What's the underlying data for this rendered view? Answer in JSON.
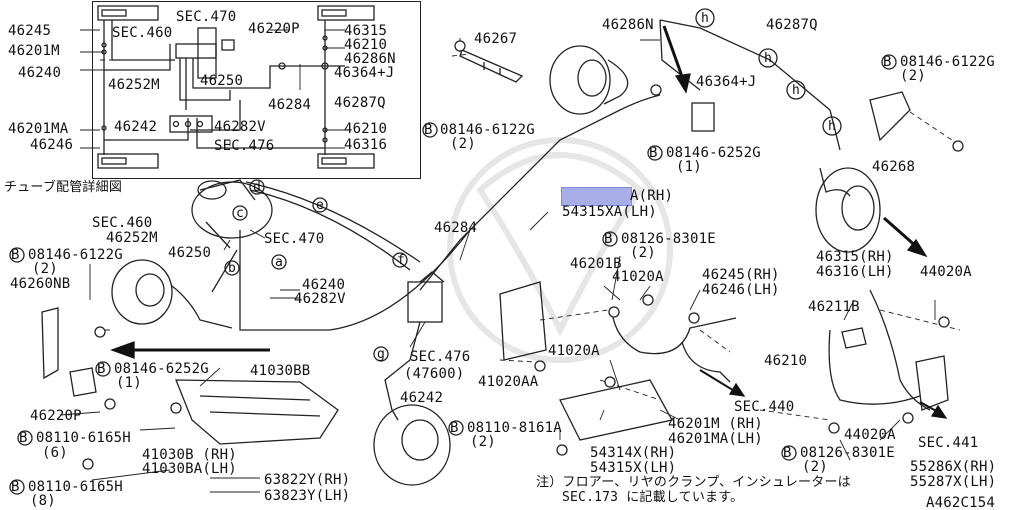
{
  "labels": {
    "sec470_inset": "SEC.470",
    "l46245": "46245",
    "sec460_inset": "SEC.460",
    "l46201m": "46201M",
    "l46240_inset": "46240",
    "l46252m_inset": "46252M",
    "l46250_inset": "46250",
    "l46220p_inset": "46220P",
    "l46315_inset": "46315",
    "l46210_inset": "46210",
    "l46286n_inset": "46286N",
    "l46364j_inset": "46364+J",
    "l46284_inset": "46284",
    "l46287q_inset": "46287Q",
    "l46201ma": "46201MA",
    "l46242_inset": "46242",
    "l46282v_inset": "46282V",
    "l46246": "46246",
    "l46210b_inset": "46210",
    "l46316_inset": "46316",
    "sec476_inset": "SEC.476",
    "caption_jp": "チューブ配管詳細図",
    "l46267": "46267",
    "b_08146_6122g_a": "08146-6122G",
    "q2_a": "(2)",
    "l46286n": "46286N",
    "l46287q": "46287Q",
    "l46364j": "46364+J",
    "b_08146_6252g_a": "08146-6252G",
    "q1_a": "(1)",
    "b_08146_6122g_b": "08146-6122G",
    "q2_b": "(2)",
    "l46268": "46268",
    "rh_a": "A(RH)",
    "lh_a": "54315XA(LH)",
    "l46284": "46284",
    "sec470": "SEC.470",
    "sec460": "SEC.460",
    "l46252m": "46252M",
    "l46250": "46250",
    "l46240": "46240",
    "l46282v": "46282V",
    "b_08146_6122g_c": "08146-6122G",
    "q2_c": "(2)",
    "l46260nb": "46260NB",
    "b_08146_6252g_b": "08146-6252G",
    "q1_b": "(1)",
    "l41030bb": "41030BB",
    "l46220p": "46220P",
    "b_08110_6165h_a": "08110-6165H",
    "q6": "(6)",
    "l41030b": "41030B (RH)",
    "l41030ba": "41030BA(LH)",
    "b_08110_6165h_b": "08110-6165H",
    "q8": "(8)",
    "l63822y": "63822Y(RH)",
    "l63823y": "63823Y(LH)",
    "sec476": "SEC.476",
    "p47600": "(47600)",
    "l46242": "46242",
    "b_08110_8161a": "08110-8161A",
    "q2_d": "(2)",
    "b_08126_8301e_a": "08126-8301E",
    "q2_e": "(2)",
    "l46201b": "46201B",
    "l41020a_a": "41020A",
    "l46245rh": "46245(RH)",
    "l46246lh": "46246(LH)",
    "l41020a_b": "41020A",
    "l41020aa": "41020AA",
    "l46201m_rh": "46201M (RH)",
    "l46201ma_lh": "46201MA(LH)",
    "sec440": "SEC.440",
    "l54314x": "54314X(RH)",
    "l54315x": "54315X(LH)",
    "l46315rh": "46315(RH)",
    "l46316lh": "46316(LH)",
    "l44020a_a": "44020A",
    "l46211b": "46211B",
    "l46210": "46210",
    "l44020a_b": "44020A",
    "sec441": "SEC.441",
    "b_08126_8301e_b": "08126-8301E",
    "q2_f": "(2)",
    "l55286x": "55286X(RH)",
    "l55287x": "55287X(LH)",
    "note1": "注）フロアー、リヤのクランプ、インシュレーターは",
    "note2": "SEC.173 に記載しています。",
    "code": "A462C154",
    "circ_b": "B",
    "c_d": "d",
    "c_c": "c",
    "c_e": "e",
    "c_b": "b",
    "c_a": "a",
    "c_f": "f",
    "c_g": "g",
    "c_h": "h"
  }
}
